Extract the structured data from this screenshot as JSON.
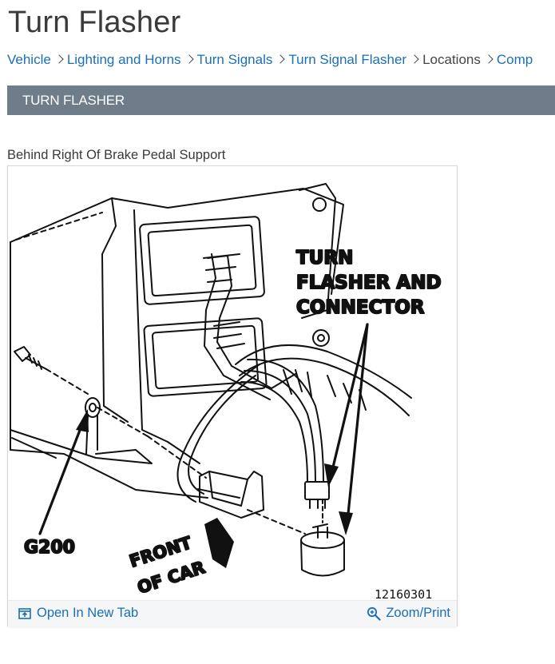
{
  "page": {
    "title": "Turn Flasher"
  },
  "breadcrumb": [
    {
      "label": "Vehicle",
      "link": true
    },
    {
      "label": "Lighting and Horns",
      "link": true
    },
    {
      "label": "Turn Signals",
      "link": true
    },
    {
      "label": "Turn Signal Flasher",
      "link": true
    },
    {
      "label": "Locations",
      "link": false
    },
    {
      "label": "Comp",
      "link": true
    }
  ],
  "section": {
    "title": "TURN FLASHER"
  },
  "figure": {
    "caption": "Behind Right Of Brake Pedal Support",
    "labels": {
      "turn": "TURN",
      "flasher_and": "FLASHER AND",
      "connector": "CONNECTOR",
      "ground": "G200",
      "front": "FRONT",
      "of_car": "OF CAR",
      "figure_number": "12160301"
    },
    "open_tab_label": "Open In New Tab",
    "zoom_label": "Zoom/Print",
    "icons": {
      "open": "open-in-new-tab-icon",
      "zoom": "zoom-in-icon"
    }
  },
  "colors": {
    "link": "#1b6fb8",
    "section_bar": "#6f7c89"
  }
}
